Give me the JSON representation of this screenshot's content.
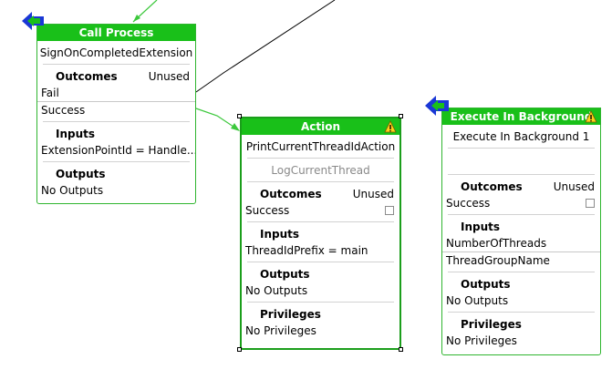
{
  "call_process": {
    "title": "Call Process",
    "name": "SignOnCompletedExtension",
    "outcomes_label": "Outcomes",
    "unused_label": "Unused",
    "outcomes": [
      "Fail",
      "Success"
    ],
    "inputs_label": "Inputs",
    "input_value": "ExtensionPointId = Handle...",
    "outputs_label": "Outputs",
    "outputs_value": "No Outputs"
  },
  "action": {
    "title": "Action",
    "name": "PrintCurrentThreadIdAction",
    "secondary": "LogCurrentThread",
    "outcomes_label": "Outcomes",
    "unused_label": "Unused",
    "outcome": "Success",
    "inputs_label": "Inputs",
    "input_value": "ThreadIdPrefix = main",
    "outputs_label": "Outputs",
    "outputs_value": "No Outputs",
    "privileges_label": "Privileges",
    "privileges_value": "No Privileges"
  },
  "execute_bg": {
    "title": "Execute In Background",
    "name": "Execute In Background 1",
    "outcomes_label": "Outcomes",
    "unused_label": "Unused",
    "outcome": "Success",
    "inputs_label": "Inputs",
    "inputs": [
      "NumberOfThreads",
      "ThreadGroupName"
    ],
    "outputs_label": "Outputs",
    "outputs_value": "No Outputs",
    "privileges_label": "Privileges",
    "privileges_value": "No Privileges"
  },
  "colors": {
    "header_green": "#19c019",
    "border_green": "#2fb52f",
    "connector_green": "#3cc83c",
    "connector_black": "#000000",
    "badge_blue": "#1a37d6",
    "warning_yellow": "#ffd21a"
  },
  "icons": [
    "start-badge-icon",
    "warning-icon",
    "checkbox-icon"
  ]
}
